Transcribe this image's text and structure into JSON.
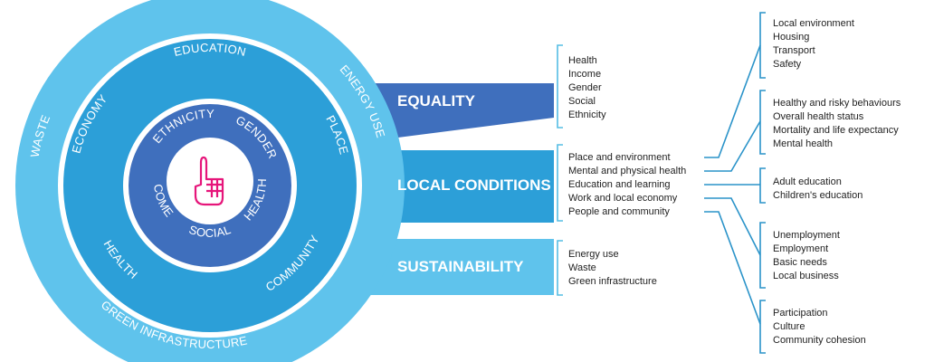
{
  "colors": {
    "outer_ring": "#5fc3ec",
    "middle_ring": "#2c9fd8",
    "inner_ring": "#3f6fbd",
    "center": "#ffffff",
    "logo": "#e6157a",
    "equality_band": "#3f6fbd",
    "local_band": "#2c9fd8",
    "sustain_band": "#5fc3ec"
  },
  "outer_ring_labels": {
    "energy_use": "ENERGY USE",
    "waste": "WASTE",
    "green_infrastructure": "GREEN INFRASTRUCTURE"
  },
  "middle_ring_labels": {
    "education": "EDUCATION",
    "economy": "ECONOMY",
    "place": "PLACE",
    "health": "HEALTH",
    "community": "COMMUNITY"
  },
  "inner_ring_labels": {
    "ethnicity": "ETHNICITY",
    "gender": "GENDER",
    "income": "INCOME",
    "health": "HEALTH",
    "social": "SOCIAL"
  },
  "center_icon": "raised-finger-hand-icon",
  "bands": {
    "equality": "EQUALITY",
    "local_conditions": "LOCAL CONDITIONS",
    "sustainability": "SUSTAINABILITY"
  },
  "lists": {
    "equality": [
      "Health",
      "Income",
      "Gender",
      "Social",
      "Ethnicity"
    ],
    "local_conditions": [
      "Place and environment",
      "Mental and physical health",
      "Education and learning",
      "Work and local economy",
      "People and community"
    ],
    "sustainability": [
      "Energy use",
      "Waste",
      "Green infrastructure"
    ]
  },
  "sub_lists": {
    "place_environment": [
      "Local environment",
      "Housing",
      "Transport",
      "Safety"
    ],
    "health": [
      "Healthy and risky behaviours",
      "Overall health status",
      "Mortality and life expectancy",
      "Mental health"
    ],
    "education": [
      "Adult education",
      "Children's education"
    ],
    "economy": [
      "Unemployment",
      "Employment",
      "Basic needs",
      "Local business"
    ],
    "community": [
      "Participation",
      "Culture",
      "Community cohesion"
    ]
  }
}
